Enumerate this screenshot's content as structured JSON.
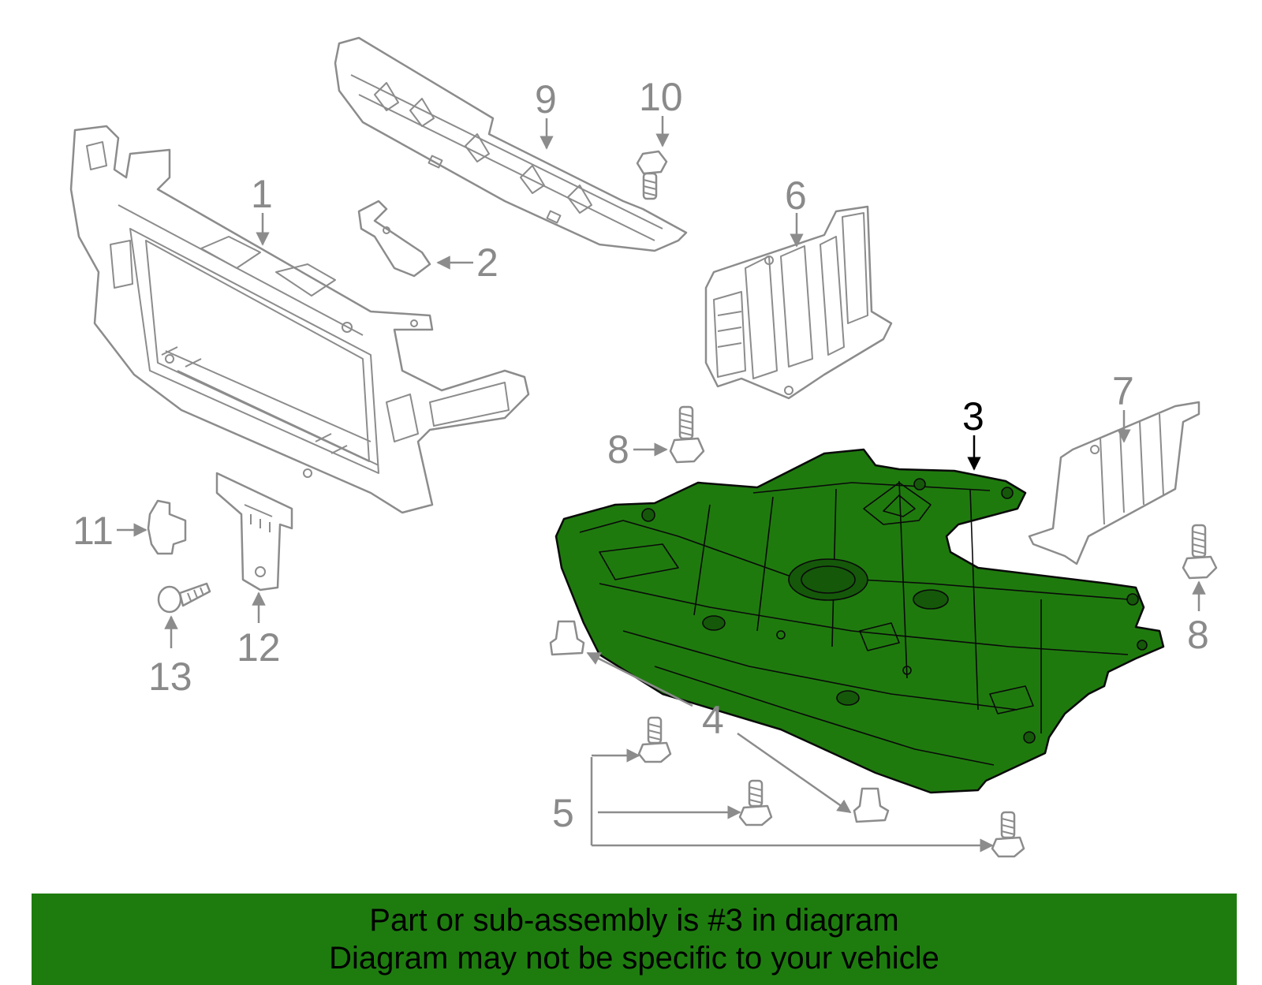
{
  "diagram": {
    "highlight_color": "#1e7c0f",
    "outline_color": "#8c8c8c",
    "highlighted_part": "3",
    "callouts": {
      "c1": "1",
      "c2": "2",
      "c3": "3",
      "c4": "4",
      "c5": "5",
      "c6": "6",
      "c7": "7",
      "c8a": "8",
      "c8b": "8",
      "c9": "9",
      "c10": "10",
      "c11": "11",
      "c12": "12",
      "c13": "13"
    }
  },
  "banner": {
    "background": "#1e7c0f",
    "line1": "Part or sub-assembly is #3 in diagram",
    "line2": "Diagram may not be specific to your vehicle"
  }
}
